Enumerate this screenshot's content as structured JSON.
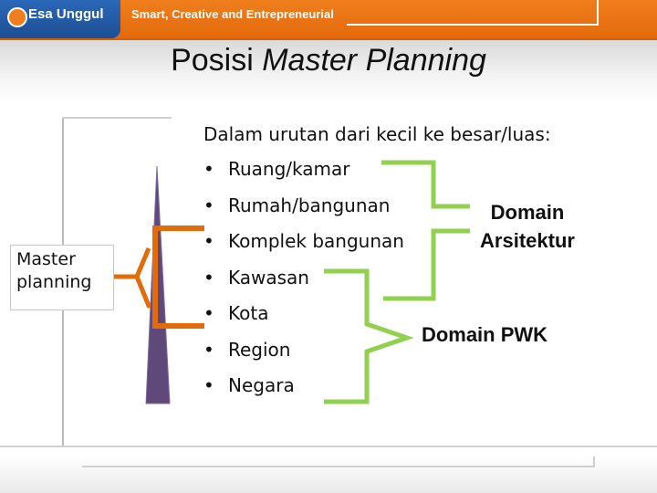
{
  "header": {
    "brand": "Esa Unggul",
    "tagline": "Smart, Creative and Entrepreneurial"
  },
  "slide": {
    "title_plain": "Posisi ",
    "title_italic": "Master Planning",
    "left_label": "Master planning",
    "intro": "Dalam urutan dari kecil ke besar/luas:",
    "bullet_symbol": "•",
    "items": [
      "Ruang/kamar",
      "Rumah/bangunan",
      "Komplek bangunan",
      "Kawasan",
      "Kota",
      "Region",
      "Negara"
    ],
    "domain_arsitektur": "Domain Arsitektur",
    "domain_pwk": "Domain PWK"
  },
  "colors": {
    "accent_orange": "#e36c0a",
    "header_blue": "#1f5aa6",
    "bracket_green": "#92d050",
    "pyramid_purple": "#5f497a"
  }
}
